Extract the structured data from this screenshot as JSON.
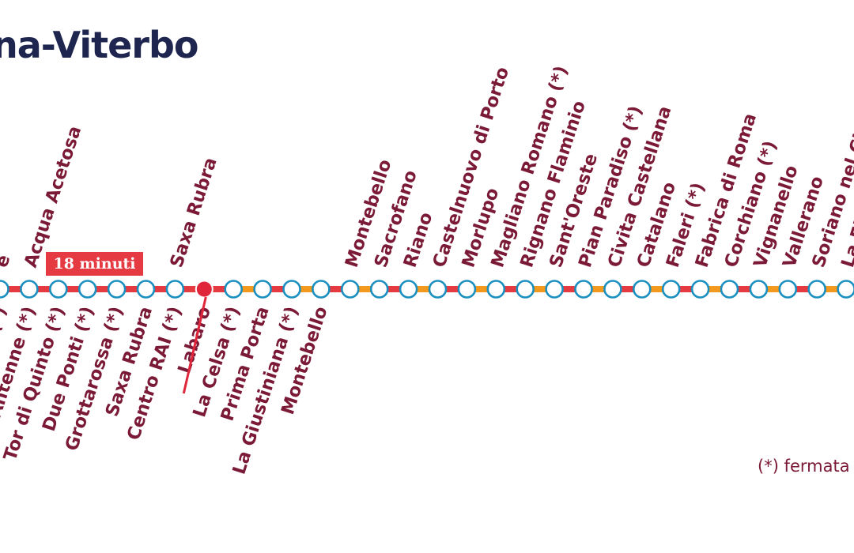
{
  "title": "na-Viterbo",
  "badge": "18 minuti",
  "legend": "(*) fermata",
  "colors": {
    "title": "#1e2650",
    "label": "#7b1a36",
    "station_ring": "#1b8fbf",
    "line_red": "#e53a40",
    "line_orange": "#f39a1e",
    "line_purple": "#8a3a78",
    "current_stop": "#e0263a"
  },
  "current_stop": "Labaro",
  "top_labels": [
    "e",
    "Acqua Acetosa",
    "",
    "",
    "",
    "",
    "Saxa Rubra",
    "",
    "",
    "",
    "",
    "",
    "Montebello",
    "Sacrofano",
    "Riano",
    "Castelnuovo di Porto",
    "Morlupo",
    "Magliano Romano (*)",
    "Rignano Flaminio",
    "Sant'Oreste",
    "Pian Paradiso (*)",
    "Civita Castellana",
    "Catalano",
    "Faleri (*)",
    "Fabrica di Roma",
    "Corchiano (*)",
    "Vignanello",
    "Vallerano",
    "Soriano nel Cimino (*)",
    "La Fiera"
  ],
  "bottom_labels": [
    "Sportivi (*)",
    "Monte Antenne (*)",
    "Tor di Quinto (*)",
    "Due Ponti (*)",
    "Grottarossa (*)",
    "Saxa Rubra",
    "Centro RAI (*)",
    "Labaro",
    "La Celsa (*)",
    "Prima Porta",
    "La Giustiniana (*)",
    "Montebello"
  ]
}
